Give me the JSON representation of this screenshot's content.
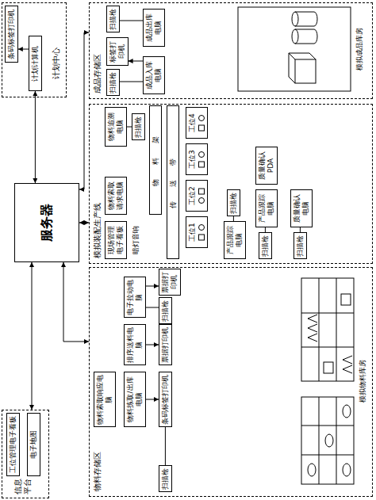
{
  "diagram": {
    "nodes": [
      {
        "text": [
          "信息平台"
        ]
      },
      {
        "text": [
          "工位管理电子看板"
        ],
        "in": 0
      },
      {
        "text": [
          "电子地图"
        ],
        "in": 0
      },
      {
        "text": [
          "服务器"
        ]
      },
      {
        "text": [
          "计划中心"
        ]
      },
      {
        "text": [
          "条码标签打印机"
        ],
        "in": 4
      },
      {
        "text": [
          "计划计算机"
        ],
        "in": 4
      },
      {
        "text": [
          "物料存储区"
        ]
      },
      {
        "text": [
          "物料索取响应电脑"
        ],
        "in": 7
      },
      {
        "text": [
          "物料拣取/出库电脑"
        ],
        "in": 7
      },
      {
        "text": [
          "排序送料电脑"
        ],
        "in": 7
      },
      {
        "text": [
          "电子拉动电脑"
        ],
        "in": 7
      },
      {
        "text": [
          "扫描枪"
        ],
        "in": 7
      },
      {
        "text": [
          "条码标签打印机"
        ],
        "in": 7
      },
      {
        "text": [
          "票据打印机"
        ],
        "in": 7
      },
      {
        "text": [
          "扫描枪"
        ],
        "in": 7
      },
      {
        "text": [
          "票据打印机"
        ],
        "in": 7
      },
      {
        "text": [
          "模拟装配生产线"
        ]
      },
      {
        "text": [
          "现场管理电子看板"
        ],
        "in": 17
      },
      {
        "text": [
          "物料索取请求电脑"
        ],
        "in": 17
      },
      {
        "text": [
          "物料追溯电脑"
        ],
        "in": 17
      },
      {
        "text": [
          "扫描枪"
        ],
        "in": 17
      },
      {
        "text": [
          "物料架"
        ],
        "in": 17
      },
      {
        "text": [
          "传送带"
        ],
        "in": 17
      },
      {
        "text": [
          "工位1"
        ],
        "in": 17
      },
      {
        "text": [
          "工位2"
        ],
        "in": 17
      },
      {
        "text": [
          "工位3"
        ],
        "in": 17
      },
      {
        "text": [
          "工位4"
        ],
        "in": 17
      },
      {
        "text": [
          "产品跟踪电脑"
        ],
        "in": 17
      },
      {
        "text": [
          "扫描枪"
        ],
        "in": 17
      },
      {
        "text": [
          "扫描枪"
        ],
        "in": 17
      },
      {
        "text": [
          "产品跟踪电脑"
        ],
        "in": 17
      },
      {
        "text": [
          "质量确认 PDA"
        ],
        "in": 17
      },
      {
        "text": [
          "扫描枪"
        ],
        "in": 17
      },
      {
        "text": [
          "质量确认电脑"
        ],
        "in": 17
      },
      {
        "text": [
          "成品存储区"
        ]
      },
      {
        "text": [
          "扫描枪"
        ],
        "in": 35
      },
      {
        "text": [
          "标签打印机"
        ],
        "in": 35
      },
      {
        "text": [
          "扫描枪"
        ],
        "in": 35
      },
      {
        "text": [
          "成品入库电脑"
        ],
        "in": 35
      },
      {
        "text": [
          "成品出库电脑"
        ],
        "in": 35
      }
    ],
    "edges": [
      {
        "from": 3,
        "to": 0,
        "arrow": "both"
      },
      {
        "from": 3,
        "to": 6,
        "arrow": "both"
      },
      {
        "from": 6,
        "to": 5,
        "arrow": "to"
      },
      {
        "from": 3,
        "to": 7,
        "arrow": "both"
      },
      {
        "from": 3,
        "to": 17,
        "arrow": "both"
      },
      {
        "from": 3,
        "to": 35,
        "arrow": "both"
      },
      {
        "from": 9,
        "to": 13,
        "arrow": "to"
      },
      {
        "from": 12,
        "to": 13,
        "arrow": "none"
      },
      {
        "from": 10,
        "to": 14,
        "arrow": "to"
      },
      {
        "from": 11,
        "to": 15,
        "arrow": "none"
      },
      {
        "from": 11,
        "to": 16,
        "arrow": "to"
      },
      {
        "from": 20,
        "to": 21,
        "arrow": "none"
      },
      {
        "from": 28,
        "to": 29,
        "arrow": "none"
      },
      {
        "from": 30,
        "to": 31,
        "arrow": "none"
      },
      {
        "from": 33,
        "to": 34,
        "arrow": "none"
      },
      {
        "from": 39,
        "to": 37,
        "arrow": "to"
      },
      {
        "from": 36,
        "to": 39,
        "arrow": "none"
      },
      {
        "from": 38,
        "to": 40,
        "arrow": "none"
      }
    ],
    "labels": [
      "暗灯音响",
      "模拟物料库房",
      "模拟成品库房"
    ]
  }
}
